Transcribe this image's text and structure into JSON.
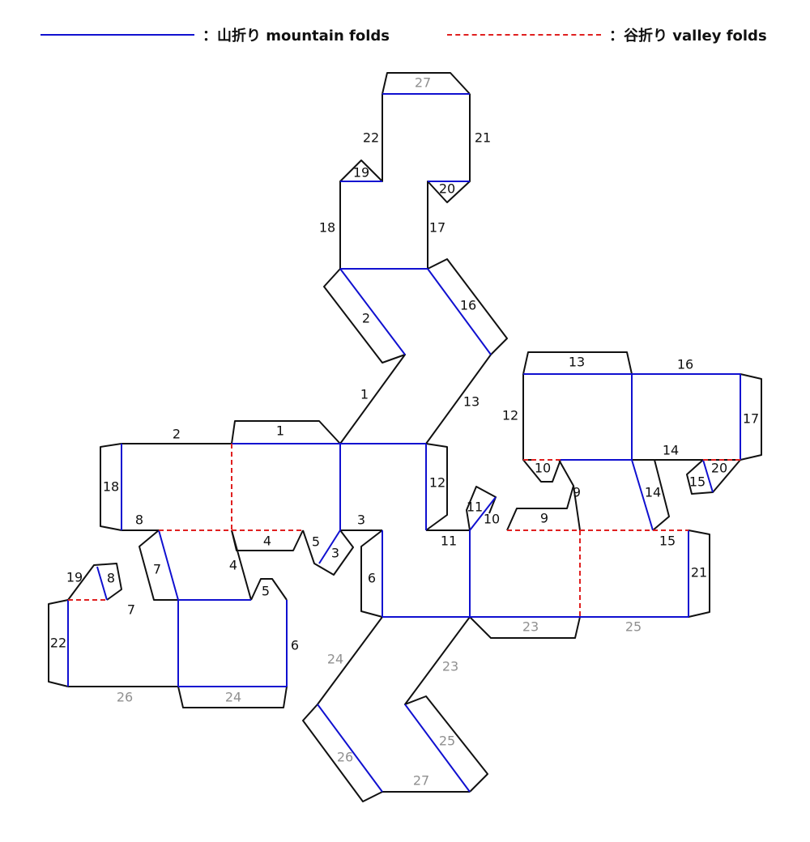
{
  "legend": {
    "mountain": {
      "label": "：山折り mountain folds",
      "color": "#1010d0"
    },
    "valley": {
      "label": "：谷折り valley folds",
      "color": "#e02020"
    }
  },
  "colors": {
    "outline": "#111111",
    "label_dark": "#111111",
    "label_gray": "#909090"
  },
  "edge_labels": {
    "l1a": "1",
    "l1b": "1",
    "l2a": "2",
    "l2b": "2",
    "l3a": "3",
    "l3b": "3",
    "l4a": "4",
    "l4b": "4",
    "l5a": "5",
    "l5b": "5",
    "l6a": "6",
    "l6b": "6",
    "l7a": "7",
    "l7b": "7",
    "l8a": "8",
    "l8b": "8",
    "l9a": "9",
    "l9b": "9",
    "l10a": "10",
    "l10b": "10",
    "l11a": "11",
    "l11b": "11",
    "l12a": "12",
    "l12b": "12",
    "l13a": "13",
    "l13b": "13",
    "l14a": "14",
    "l14b": "14",
    "l15a": "15",
    "l15b": "15",
    "l16a": "16",
    "l16b": "16",
    "l17a": "17",
    "l17b": "17",
    "l18a": "18",
    "l18b": "18",
    "l19a": "19",
    "l19b": "19",
    "l20a": "20",
    "l20b": "20",
    "l21a": "21",
    "l21b": "21",
    "l22a": "22",
    "l22b": "22",
    "l23a": "23",
    "l23b": "23",
    "l24a": "24",
    "l24b": "24",
    "l25a": "25",
    "l25b": "25",
    "l26a": "26",
    "l26b": "26",
    "l27a": "27",
    "l27b": "27"
  }
}
